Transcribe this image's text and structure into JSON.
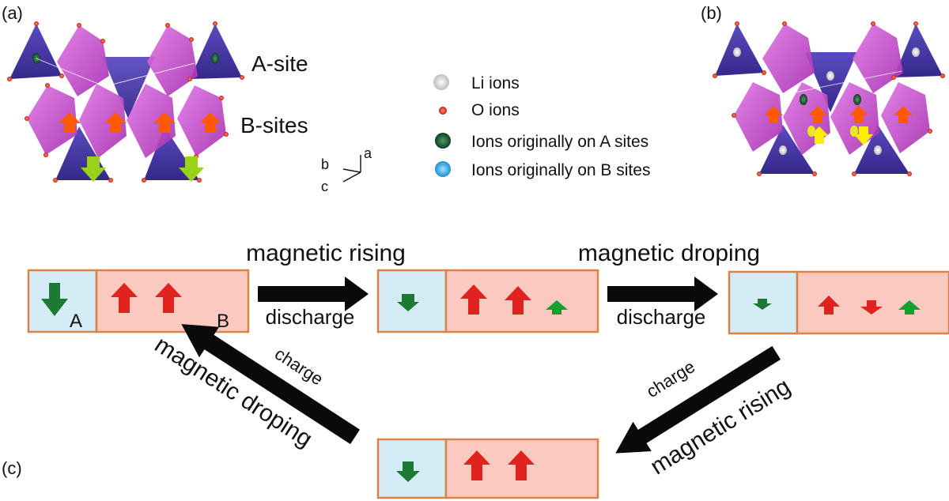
{
  "panels": {
    "a": {
      "tag": "(a)",
      "a_site_label": "A-site",
      "b_sites_label": "B-sites"
    },
    "b": {
      "tag": "(b)"
    },
    "c": {
      "tag": "(c)"
    }
  },
  "axes": {
    "b": "b",
    "a": "a",
    "c": "c"
  },
  "legend": [
    {
      "text": "Li ions",
      "color": "#d9d9d9"
    },
    {
      "text": "O ions",
      "color": "#d9301e"
    },
    {
      "text": "Ions originally on A sites",
      "color": "#1f5a36"
    },
    {
      "text": "Ions originally on B sites",
      "color": "#2aa7e0"
    }
  ],
  "cycle": {
    "state1": {
      "a_label": "A",
      "b_label": "B"
    },
    "arrow1": {
      "top": "magnetic rising",
      "bottom": "discharge"
    },
    "arrow2": {
      "top": "magnetic droping",
      "bottom": "discharge"
    },
    "arrow3": {
      "small": "charge",
      "big": "magnetic rising"
    },
    "arrow4": {
      "small": "charge",
      "big": "magnetic droping"
    }
  },
  "colors": {
    "a_box": "#d4ecf5",
    "b_box": "#fbc9c0",
    "box_border": "#d9824a",
    "spin_up_red": "#e0231e",
    "spin_down_green": "#1c7a35",
    "spin_up_green": "#12a02e",
    "arrow_black": "#0a0a0a",
    "octahedron": "#c045c8",
    "tetrahedron": "#4a3aa8",
    "orange_arrow": "#ff5a00",
    "lime_arrow": "#9ad21a",
    "yellow_arrow": "#ffee00"
  }
}
